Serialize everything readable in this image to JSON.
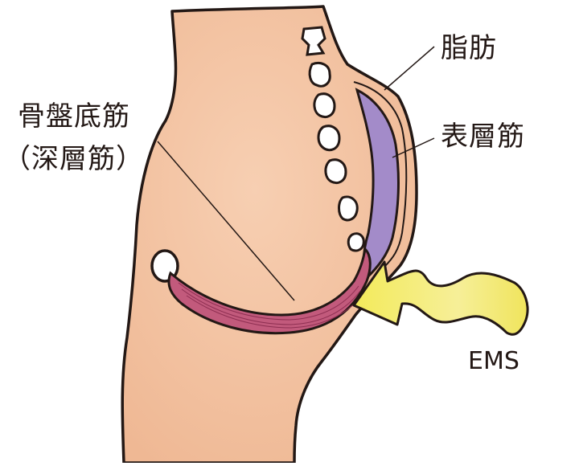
{
  "labels": {
    "pelvic_floor": "骨盤底筋",
    "deep_muscle": "（深層筋）",
    "fat": "脂肪",
    "surface_muscle": "表層筋",
    "ems": "EMS"
  },
  "colors": {
    "skin": "#f2c4a4",
    "outline": "#231815",
    "pelvic_muscle": "#c25a7c",
    "surface_muscle": "#a38bc9",
    "ems_arrow": "#f0e45c",
    "bone": "#ffffff"
  }
}
